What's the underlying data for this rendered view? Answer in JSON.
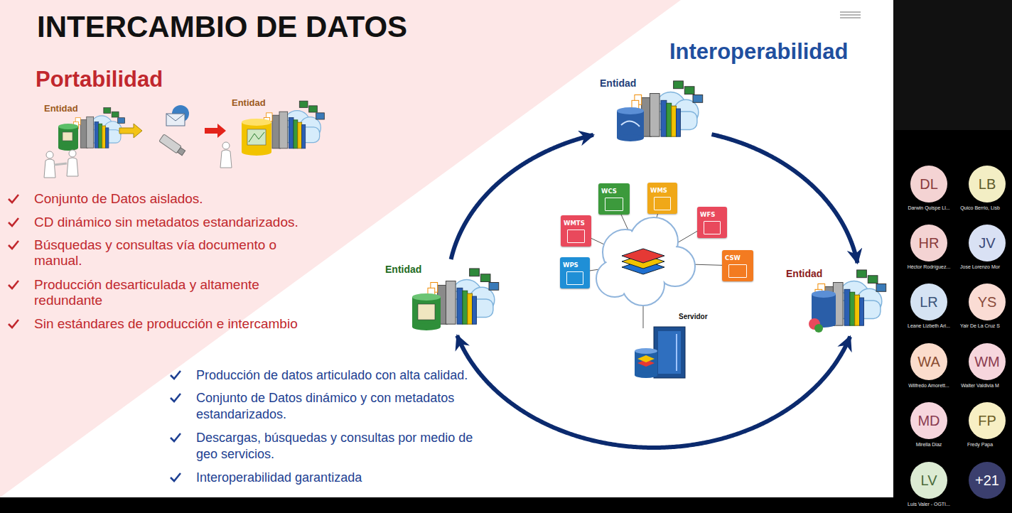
{
  "diagram": {
    "title": "INTERCAMBIO DE DATOS",
    "nodes": [
      {
        "text": [
          "Entidad"
        ]
      },
      {
        "text": [
          "WCS"
        ]
      },
      {
        "text": [
          "WMS"
        ]
      },
      {
        "text": [
          "WFS"
        ]
      },
      {
        "text": [
          "WMTS"
        ]
      },
      {
        "text": [
          "CSW"
        ]
      },
      {
        "text": [
          "WPS"
        ]
      },
      {
        "text": [
          "Entidad"
        ]
      },
      {
        "text": [
          "Entidad"
        ]
      },
      {
        "text": [
          "DL",
          "Darwin Quispe Ll..."
        ]
      },
      {
        "text": [
          "LB",
          "Quico Berrio, Lisb"
        ]
      },
      {
        "text": [
          "HR",
          "Héctor Rodríguez..."
        ]
      },
      {
        "text": [
          "JV",
          "Jose Lorenzo Mor"
        ]
      },
      {
        "text": [
          "LR",
          "Leane Lizbeth Ari..."
        ]
      },
      {
        "text": [
          "YS",
          "Yair De La Cruz S"
        ]
      },
      {
        "text": [
          "WA",
          "Wilfredo Amorett..."
        ]
      },
      {
        "text": [
          "WM",
          "Walter Valdivia M"
        ]
      },
      {
        "text": [
          "MD",
          "Mirella Diaz"
        ]
      },
      {
        "text": [
          "FP",
          "Fredy Papa"
        ]
      },
      {
        "text": [
          "LV",
          "Luis Valer - OGTI..."
        ]
      },
      {
        "text": [
          "+21"
        ]
      }
    ],
    "edges": [
      {
        "from": 7,
        "to": 0,
        "arrow": "to"
      },
      {
        "from": 0,
        "to": 8,
        "arrow": "to"
      },
      {
        "from": 8,
        "to": 7,
        "arrow": "both"
      }
    ],
    "labels": [
      "Portabilidad",
      "Interoperabilidad",
      "Entidad",
      "Entidad",
      "Conjunto de Datos aislados.",
      "CD dinámico sin metadatos estandarizados.",
      "Búsquedas y consultas vía documento o manual.",
      "Producción desarticulada y altamente redundante",
      "Sin estándares de producción e intercambio",
      "Servidor",
      "Producción de datos articulado con alta calidad.",
      "Conjunto de Datos dinámico y con metadatos estandarizados.",
      "Descargas, búsquedas y consultas por medio de geo servicios.",
      "Interoperabilidad garantizada"
    ]
  }
}
